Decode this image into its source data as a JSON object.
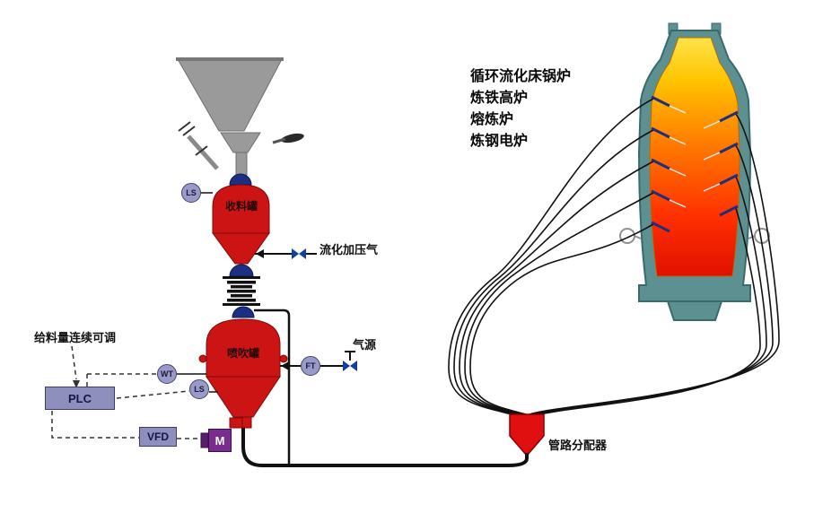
{
  "feed_system": {
    "receiving_tank_label": "收料罐",
    "injection_tank_label": "喷吹罐",
    "feed_note": "给料量连续可调",
    "fluidization_line_label": "流化加压气",
    "gas_source_label": "气源"
  },
  "control": {
    "plc_label": "PLC",
    "vfd_label": "VFD",
    "motor_label": "M",
    "level_switch_upper": "LS",
    "weight_transmitter": "WT",
    "level_switch_lower": "LS",
    "flow_transmitter": "FT"
  },
  "distribution": {
    "distributor_label": "管路分配器"
  },
  "furnace": {
    "applications": [
      "循环流化床锅炉",
      "炼铁高炉",
      "熔炼炉",
      "炼钢电炉"
    ]
  },
  "colors": {
    "vessel_red": "#cc1414",
    "distributor_red": "#e01010",
    "hopper_gray": "#9a9a9a",
    "instrument_fill": "#9a9ac8",
    "control_box_fill": "#8f8fbe",
    "motor_purple": "#7b2d8e",
    "valve_navy": "#1c2f80",
    "furnace_shell_teal": "#5d9191",
    "flame_top_yellow": "#ffe34a",
    "flame_mid_orange": "#ff7a00",
    "flame_bottom_red": "#e01000",
    "pipe_black": "#111111"
  }
}
